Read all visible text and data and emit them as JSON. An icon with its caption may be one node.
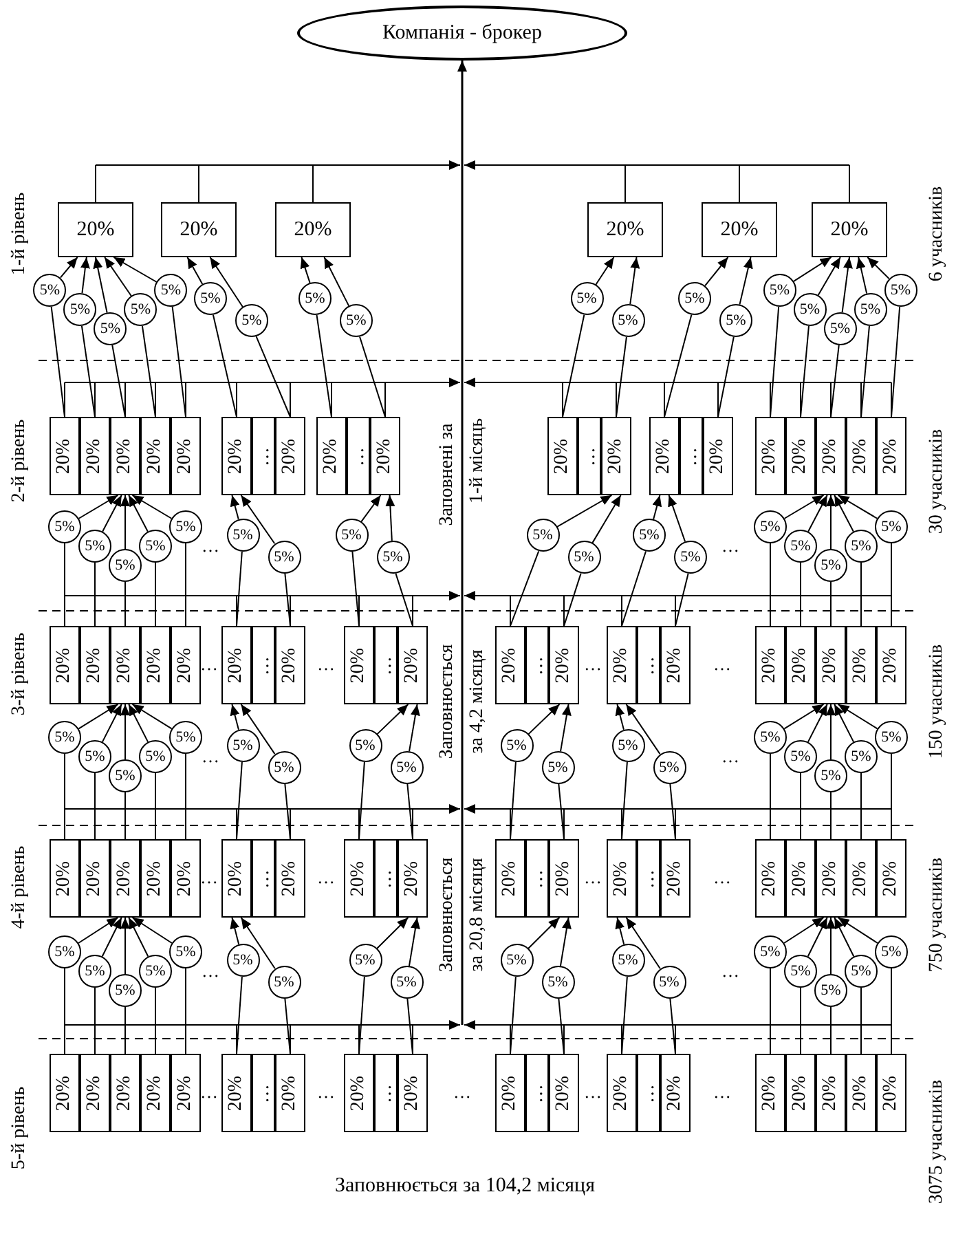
{
  "diagram": {
    "nodes": [
      {
        "text": [
          "Компанія - брокер"
        ]
      },
      {
        "text": [
          "20%"
        ]
      },
      {
        "text": [
          "20%"
        ]
      },
      {
        "text": [
          "20%"
        ]
      },
      {
        "text": [
          "20%"
        ]
      },
      {
        "text": [
          "20%"
        ]
      },
      {
        "text": [
          "20%"
        ]
      },
      {
        "text": [
          "20%"
        ]
      },
      {
        "text": [
          "20%"
        ]
      },
      {
        "text": [
          "20%"
        ]
      },
      {
        "text": [
          "20%"
        ]
      },
      {
        "text": [
          "20%"
        ]
      },
      {
        "text": [
          "20%"
        ]
      },
      {
        "text": [
          "…"
        ]
      },
      {
        "text": [
          "20%"
        ]
      },
      {
        "text": [
          "20%"
        ]
      },
      {
        "text": [
          "…"
        ]
      },
      {
        "text": [
          "20%"
        ]
      },
      {
        "text": [
          "20%"
        ]
      },
      {
        "text": [
          "…"
        ]
      },
      {
        "text": [
          "20%"
        ]
      },
      {
        "text": [
          "20%"
        ]
      },
      {
        "text": [
          "…"
        ]
      },
      {
        "text": [
          "20%"
        ]
      },
      {
        "text": [
          "20%"
        ]
      },
      {
        "text": [
          "20%"
        ]
      },
      {
        "text": [
          "20%"
        ]
      },
      {
        "text": [
          "20%"
        ]
      },
      {
        "text": [
          "20%"
        ]
      },
      {
        "text": [
          "20%"
        ]
      },
      {
        "text": [
          "20%"
        ]
      },
      {
        "text": [
          "20%"
        ]
      },
      {
        "text": [
          "20%"
        ]
      },
      {
        "text": [
          "20%"
        ]
      },
      {
        "text": [
          "20%"
        ]
      },
      {
        "text": [
          "…"
        ]
      },
      {
        "text": [
          "20%"
        ]
      },
      {
        "text": [
          "20%"
        ]
      },
      {
        "text": [
          "…"
        ]
      },
      {
        "text": [
          "20%"
        ]
      },
      {
        "text": [
          "20%"
        ]
      },
      {
        "text": [
          "…"
        ]
      },
      {
        "text": [
          "20%"
        ]
      },
      {
        "text": [
          "20%"
        ]
      },
      {
        "text": [
          "…"
        ]
      },
      {
        "text": [
          "20%"
        ]
      },
      {
        "text": [
          "20%"
        ]
      },
      {
        "text": [
          "20%"
        ]
      },
      {
        "text": [
          "20%"
        ]
      },
      {
        "text": [
          "20%"
        ]
      },
      {
        "text": [
          "20%"
        ]
      },
      {
        "text": [
          "20%"
        ]
      },
      {
        "text": [
          "20%"
        ]
      },
      {
        "text": [
          "20%"
        ]
      },
      {
        "text": [
          "20%"
        ]
      },
      {
        "text": [
          "20%"
        ]
      },
      {
        "text": [
          "20%"
        ]
      },
      {
        "text": [
          "…"
        ]
      },
      {
        "text": [
          "20%"
        ]
      },
      {
        "text": [
          "20%"
        ]
      },
      {
        "text": [
          "…"
        ]
      },
      {
        "text": [
          "20%"
        ]
      },
      {
        "text": [
          "20%"
        ]
      },
      {
        "text": [
          "…"
        ]
      },
      {
        "text": [
          "20%"
        ]
      },
      {
        "text": [
          "20%"
        ]
      },
      {
        "text": [
          "…"
        ]
      },
      {
        "text": [
          "20%"
        ]
      },
      {
        "text": [
          "20%"
        ]
      },
      {
        "text": [
          "20%"
        ]
      },
      {
        "text": [
          "20%"
        ]
      },
      {
        "text": [
          "20%"
        ]
      },
      {
        "text": [
          "20%"
        ]
      },
      {
        "text": [
          "20%"
        ]
      },
      {
        "text": [
          "20%"
        ]
      },
      {
        "text": [
          "20%"
        ]
      },
      {
        "text": [
          "20%"
        ]
      },
      {
        "text": [
          "20%"
        ]
      },
      {
        "text": [
          "20%"
        ]
      },
      {
        "text": [
          "…"
        ]
      },
      {
        "text": [
          "20%"
        ]
      },
      {
        "text": [
          "20%"
        ]
      },
      {
        "text": [
          "…"
        ]
      },
      {
        "text": [
          "20%"
        ]
      },
      {
        "text": [
          "20%"
        ]
      },
      {
        "text": [
          "…"
        ]
      },
      {
        "text": [
          "20%"
        ]
      },
      {
        "text": [
          "20%"
        ]
      },
      {
        "text": [
          "…"
        ]
      },
      {
        "text": [
          "20%"
        ]
      },
      {
        "text": [
          "20%"
        ]
      },
      {
        "text": [
          "20%"
        ]
      },
      {
        "text": [
          "20%"
        ]
      },
      {
        "text": [
          "20%"
        ]
      },
      {
        "text": [
          "20%"
        ]
      },
      {
        "text": [
          "5%"
        ]
      },
      {
        "text": [
          "5%"
        ]
      },
      {
        "text": [
          "5%"
        ]
      },
      {
        "text": [
          "5%"
        ]
      },
      {
        "text": [
          "5%"
        ]
      },
      {
        "text": [
          "5%"
        ]
      },
      {
        "text": [
          "5%"
        ]
      },
      {
        "text": [
          "5%"
        ]
      },
      {
        "text": [
          "5%"
        ]
      },
      {
        "text": [
          "5%"
        ]
      },
      {
        "text": [
          "5%"
        ]
      },
      {
        "text": [
          "5%"
        ]
      },
      {
        "text": [
          "5%"
        ]
      },
      {
        "text": [
          "5%"
        ]
      },
      {
        "text": [
          "5%"
        ]
      },
      {
        "text": [
          "5%"
        ]
      },
      {
        "text": [
          "5%"
        ]
      },
      {
        "text": [
          "5%"
        ]
      },
      {
        "text": [
          "5%"
        ]
      },
      {
        "text": [
          "5%"
        ]
      },
      {
        "text": [
          "5%"
        ]
      },
      {
        "text": [
          "5%"
        ]
      },
      {
        "text": [
          "5%"
        ]
      },
      {
        "text": [
          "5%"
        ]
      },
      {
        "text": [
          "5%"
        ]
      },
      {
        "text": [
          "5%"
        ]
      },
      {
        "text": [
          "5%"
        ]
      },
      {
        "text": [
          "5%"
        ]
      },
      {
        "text": [
          "5%"
        ]
      },
      {
        "text": [
          "5%"
        ]
      },
      {
        "text": [
          "5%"
        ]
      },
      {
        "text": [
          "5%"
        ]
      },
      {
        "text": [
          "5%"
        ]
      },
      {
        "text": [
          "5%"
        ]
      },
      {
        "text": [
          "5%"
        ]
      },
      {
        "text": [
          "5%"
        ]
      },
      {
        "text": [
          "5%"
        ]
      },
      {
        "text": [
          "5%"
        ]
      },
      {
        "text": [
          "5%"
        ]
      },
      {
        "text": [
          "5%"
        ]
      },
      {
        "text": [
          "5%"
        ]
      },
      {
        "text": [
          "5%"
        ]
      },
      {
        "text": [
          "5%"
        ]
      },
      {
        "text": [
          "5%"
        ]
      },
      {
        "text": [
          "5%"
        ]
      },
      {
        "text": [
          "5%"
        ]
      },
      {
        "text": [
          "5%"
        ]
      },
      {
        "text": [
          "5%"
        ]
      },
      {
        "text": [
          "5%"
        ]
      },
      {
        "text": [
          "5%"
        ]
      },
      {
        "text": [
          "5%"
        ]
      },
      {
        "text": [
          "5%"
        ]
      },
      {
        "text": [
          "5%"
        ]
      },
      {
        "text": [
          "5%"
        ]
      },
      {
        "text": [
          "5%"
        ]
      },
      {
        "text": [
          "5%"
        ]
      },
      {
        "text": [
          "5%"
        ]
      },
      {
        "text": [
          "5%"
        ]
      },
      {
        "text": [
          "5%"
        ]
      },
      {
        "text": [
          "5%"
        ]
      },
      {
        "text": [
          "5%"
        ]
      },
      {
        "text": [
          "5%"
        ]
      },
      {
        "text": [
          "5%"
        ]
      },
      {
        "text": [
          "5%"
        ]
      },
      {
        "text": [
          "5%"
        ]
      },
      {
        "text": [
          "5%"
        ]
      },
      {
        "text": [
          "5%"
        ]
      },
      {
        "text": [
          "5%"
        ]
      },
      {
        "text": [
          "5%"
        ]
      },
      {
        "text": [
          "5%"
        ]
      },
      {
        "text": [
          "5%"
        ]
      },
      {
        "text": [
          "5%"
        ]
      }
    ],
    "edges": [
      {
        "from": 1,
        "to": 0,
        "arrow": "to"
      },
      {
        "from": 2,
        "to": 0,
        "arrow": "to"
      },
      {
        "from": 3,
        "to": 0,
        "arrow": "to"
      },
      {
        "from": 4,
        "to": 0,
        "arrow": "to"
      },
      {
        "from": 5,
        "to": 0,
        "arrow": "to"
      },
      {
        "from": 6,
        "to": 0,
        "arrow": "to"
      },
      {
        "from": 7,
        "to": 0,
        "arrow": "to"
      },
      {
        "from": 8,
        "to": 0,
        "arrow": "to"
      },
      {
        "from": 9,
        "to": 0,
        "arrow": "to"
      },
      {
        "from": 10,
        "to": 0,
        "arrow": "to"
      },
      {
        "from": 11,
        "to": 0,
        "arrow": "to"
      },
      {
        "from": 12,
        "to": 0,
        "arrow": "to"
      },
      {
        "from": 14,
        "to": 0,
        "arrow": "to"
      },
      {
        "from": 15,
        "to": 0,
        "arrow": "to"
      },
      {
        "from": 17,
        "to": 0,
        "arrow": "to"
      },
      {
        "from": 18,
        "to": 0,
        "arrow": "to"
      },
      {
        "from": 20,
        "to": 0,
        "arrow": "to"
      },
      {
        "from": 21,
        "to": 0,
        "arrow": "to"
      },
      {
        "from": 23,
        "to": 0,
        "arrow": "to"
      },
      {
        "from": 24,
        "to": 0,
        "arrow": "to"
      },
      {
        "from": 25,
        "to": 0,
        "arrow": "to"
      },
      {
        "from": 26,
        "to": 0,
        "arrow": "to"
      },
      {
        "from": 27,
        "to": 0,
        "arrow": "to"
      },
      {
        "from": 28,
        "to": 0,
        "arrow": "to"
      },
      {
        "from": 29,
        "to": 0,
        "arrow": "to"
      },
      {
        "from": 30,
        "to": 0,
        "arrow": "to"
      },
      {
        "from": 31,
        "to": 0,
        "arrow": "to"
      },
      {
        "from": 32,
        "to": 0,
        "arrow": "to"
      },
      {
        "from": 33,
        "to": 0,
        "arrow": "to"
      },
      {
        "from": 34,
        "to": 0,
        "arrow": "to"
      },
      {
        "from": 36,
        "to": 0,
        "arrow": "to"
      },
      {
        "from": 37,
        "to": 0,
        "arrow": "to"
      },
      {
        "from": 39,
        "to": 0,
        "arrow": "to"
      },
      {
        "from": 40,
        "to": 0,
        "arrow": "to"
      },
      {
        "from": 42,
        "to": 0,
        "arrow": "to"
      },
      {
        "from": 43,
        "to": 0,
        "arrow": "to"
      },
      {
        "from": 45,
        "to": 0,
        "arrow": "to"
      },
      {
        "from": 46,
        "to": 0,
        "arrow": "to"
      },
      {
        "from": 47,
        "to": 0,
        "arrow": "to"
      },
      {
        "from": 48,
        "to": 0,
        "arrow": "to"
      },
      {
        "from": 49,
        "to": 0,
        "arrow": "to"
      },
      {
        "from": 50,
        "to": 0,
        "arrow": "to"
      },
      {
        "from": 51,
        "to": 0,
        "arrow": "to"
      },
      {
        "from": 52,
        "to": 0,
        "arrow": "to"
      },
      {
        "from": 53,
        "to": 0,
        "arrow": "to"
      },
      {
        "from": 54,
        "to": 0,
        "arrow": "to"
      },
      {
        "from": 55,
        "to": 0,
        "arrow": "to"
      },
      {
        "from": 56,
        "to": 0,
        "arrow": "to"
      },
      {
        "from": 58,
        "to": 0,
        "arrow": "to"
      },
      {
        "from": 59,
        "to": 0,
        "arrow": "to"
      },
      {
        "from": 61,
        "to": 0,
        "arrow": "to"
      },
      {
        "from": 62,
        "to": 0,
        "arrow": "to"
      },
      {
        "from": 64,
        "to": 0,
        "arrow": "to"
      },
      {
        "from": 65,
        "to": 0,
        "arrow": "to"
      },
      {
        "from": 67,
        "to": 0,
        "arrow": "to"
      },
      {
        "from": 68,
        "to": 0,
        "arrow": "to"
      },
      {
        "from": 69,
        "to": 0,
        "arrow": "to"
      },
      {
        "from": 70,
        "to": 0,
        "arrow": "to"
      },
      {
        "from": 71,
        "to": 0,
        "arrow": "to"
      },
      {
        "from": 72,
        "to": 0,
        "arrow": "to"
      },
      {
        "from": 73,
        "to": 0,
        "arrow": "to"
      },
      {
        "from": 74,
        "to": 0,
        "arrow": "to"
      },
      {
        "from": 75,
        "to": 0,
        "arrow": "to"
      },
      {
        "from": 76,
        "to": 0,
        "arrow": "to"
      },
      {
        "from": 77,
        "to": 0,
        "arrow": "to"
      },
      {
        "from": 78,
        "to": 0,
        "arrow": "to"
      },
      {
        "from": 80,
        "to": 0,
        "arrow": "to"
      },
      {
        "from": 81,
        "to": 0,
        "arrow": "to"
      },
      {
        "from": 83,
        "to": 0,
        "arrow": "to"
      },
      {
        "from": 84,
        "to": 0,
        "arrow": "to"
      },
      {
        "from": 86,
        "to": 0,
        "arrow": "to"
      },
      {
        "from": 87,
        "to": 0,
        "arrow": "to"
      },
      {
        "from": 89,
        "to": 0,
        "arrow": "to"
      },
      {
        "from": 90,
        "to": 0,
        "arrow": "to"
      },
      {
        "from": 91,
        "to": 0,
        "arrow": "to"
      },
      {
        "from": 92,
        "to": 0,
        "arrow": "to"
      },
      {
        "from": 93,
        "to": 0,
        "arrow": "to"
      },
      {
        "from": 94,
        "to": 0,
        "arrow": "to"
      },
      {
        "from": 7,
        "to": 95,
        "arrow": "none"
      },
      {
        "from": 95,
        "to": 1,
        "arrow": "to"
      },
      {
        "from": 8,
        "to": 96,
        "arrow": "none"
      },
      {
        "from": 96,
        "to": 1,
        "arrow": "to"
      },
      {
        "from": 9,
        "to": 97,
        "arrow": "none"
      },
      {
        "from": 97,
        "to": 1,
        "arrow": "to"
      },
      {
        "from": 10,
        "to": 98,
        "arrow": "none"
      },
      {
        "from": 98,
        "to": 1,
        "arrow": "to"
      },
      {
        "from": 11,
        "to": 99,
        "arrow": "none"
      },
      {
        "from": 99,
        "to": 1,
        "arrow": "to"
      },
      {
        "from": 12,
        "to": 100,
        "arrow": "none"
      },
      {
        "from": 100,
        "to": 2,
        "arrow": "to"
      },
      {
        "from": 14,
        "to": 101,
        "arrow": "none"
      },
      {
        "from": 101,
        "to": 2,
        "arrow": "to"
      },
      {
        "from": 15,
        "to": 102,
        "arrow": "none"
      },
      {
        "from": 102,
        "to": 3,
        "arrow": "to"
      },
      {
        "from": 17,
        "to": 103,
        "arrow": "none"
      },
      {
        "from": 103,
        "to": 3,
        "arrow": "to"
      },
      {
        "from": 18,
        "to": 104,
        "arrow": "none"
      },
      {
        "from": 104,
        "to": 4,
        "arrow": "to"
      },
      {
        "from": 20,
        "to": 105,
        "arrow": "none"
      },
      {
        "from": 105,
        "to": 4,
        "arrow": "to"
      },
      {
        "from": 21,
        "to": 106,
        "arrow": "none"
      },
      {
        "from": 106,
        "to": 5,
        "arrow": "to"
      },
      {
        "from": 23,
        "to": 107,
        "arrow": "none"
      },
      {
        "from": 107,
        "to": 5,
        "arrow": "to"
      },
      {
        "from": 24,
        "to": 108,
        "arrow": "none"
      },
      {
        "from": 108,
        "to": 6,
        "arrow": "to"
      },
      {
        "from": 25,
        "to": 109,
        "arrow": "none"
      },
      {
        "from": 109,
        "to": 6,
        "arrow": "to"
      },
      {
        "from": 26,
        "to": 110,
        "arrow": "none"
      },
      {
        "from": 110,
        "to": 6,
        "arrow": "to"
      },
      {
        "from": 27,
        "to": 111,
        "arrow": "none"
      },
      {
        "from": 111,
        "to": 6,
        "arrow": "to"
      },
      {
        "from": 28,
        "to": 112,
        "arrow": "none"
      },
      {
        "from": 112,
        "to": 6,
        "arrow": "to"
      },
      {
        "from": 29,
        "to": 113,
        "arrow": "none"
      },
      {
        "from": 113,
        "to": 9,
        "arrow": "to"
      },
      {
        "from": 30,
        "to": 114,
        "arrow": "none"
      },
      {
        "from": 114,
        "to": 9,
        "arrow": "to"
      },
      {
        "from": 31,
        "to": 115,
        "arrow": "none"
      },
      {
        "from": 115,
        "to": 9,
        "arrow": "to"
      },
      {
        "from": 32,
        "to": 116,
        "arrow": "none"
      },
      {
        "from": 116,
        "to": 9,
        "arrow": "to"
      },
      {
        "from": 33,
        "to": 117,
        "arrow": "none"
      },
      {
        "from": 117,
        "to": 9,
        "arrow": "to"
      },
      {
        "from": 34,
        "to": 118,
        "arrow": "none"
      },
      {
        "from": 118,
        "to": 12,
        "arrow": "to"
      },
      {
        "from": 36,
        "to": 119,
        "arrow": "none"
      },
      {
        "from": 119,
        "to": 12,
        "arrow": "to"
      },
      {
        "from": 37,
        "to": 120,
        "arrow": "none"
      },
      {
        "from": 120,
        "to": 17,
        "arrow": "to"
      },
      {
        "from": 39,
        "to": 121,
        "arrow": "none"
      },
      {
        "from": 121,
        "to": 17,
        "arrow": "to"
      },
      {
        "from": 40,
        "to": 122,
        "arrow": "none"
      },
      {
        "from": 122,
        "to": 20,
        "arrow": "to"
      },
      {
        "from": 42,
        "to": 123,
        "arrow": "none"
      },
      {
        "from": 123,
        "to": 20,
        "arrow": "to"
      },
      {
        "from": 43,
        "to": 124,
        "arrow": "none"
      },
      {
        "from": 124,
        "to": 21,
        "arrow": "to"
      },
      {
        "from": 45,
        "to": 125,
        "arrow": "none"
      },
      {
        "from": 125,
        "to": 21,
        "arrow": "to"
      },
      {
        "from": 46,
        "to": 126,
        "arrow": "none"
      },
      {
        "from": 126,
        "to": 26,
        "arrow": "to"
      },
      {
        "from": 47,
        "to": 127,
        "arrow": "none"
      },
      {
        "from": 127,
        "to": 26,
        "arrow": "to"
      },
      {
        "from": 48,
        "to": 128,
        "arrow": "none"
      },
      {
        "from": 128,
        "to": 26,
        "arrow": "to"
      },
      {
        "from": 49,
        "to": 129,
        "arrow": "none"
      },
      {
        "from": 129,
        "to": 26,
        "arrow": "to"
      },
      {
        "from": 50,
        "to": 130,
        "arrow": "none"
      },
      {
        "from": 130,
        "to": 26,
        "arrow": "to"
      },
      {
        "from": 51,
        "to": 131,
        "arrow": "none"
      },
      {
        "from": 131,
        "to": 31,
        "arrow": "to"
      },
      {
        "from": 52,
        "to": 132,
        "arrow": "none"
      },
      {
        "from": 132,
        "to": 31,
        "arrow": "to"
      },
      {
        "from": 53,
        "to": 133,
        "arrow": "none"
      },
      {
        "from": 133,
        "to": 31,
        "arrow": "to"
      },
      {
        "from": 54,
        "to": 134,
        "arrow": "none"
      },
      {
        "from": 134,
        "to": 31,
        "arrow": "to"
      },
      {
        "from": 55,
        "to": 135,
        "arrow": "none"
      },
      {
        "from": 135,
        "to": 31,
        "arrow": "to"
      },
      {
        "from": 56,
        "to": 136,
        "arrow": "none"
      },
      {
        "from": 136,
        "to": 34,
        "arrow": "to"
      },
      {
        "from": 58,
        "to": 137,
        "arrow": "none"
      },
      {
        "from": 137,
        "to": 34,
        "arrow": "to"
      },
      {
        "from": 59,
        "to": 138,
        "arrow": "none"
      },
      {
        "from": 138,
        "to": 39,
        "arrow": "to"
      },
      {
        "from": 61,
        "to": 139,
        "arrow": "none"
      },
      {
        "from": 139,
        "to": 39,
        "arrow": "to"
      },
      {
        "from": 62,
        "to": 140,
        "arrow": "none"
      },
      {
        "from": 140,
        "to": 42,
        "arrow": "to"
      },
      {
        "from": 64,
        "to": 141,
        "arrow": "none"
      },
      {
        "from": 141,
        "to": 42,
        "arrow": "to"
      },
      {
        "from": 65,
        "to": 142,
        "arrow": "none"
      },
      {
        "from": 142,
        "to": 43,
        "arrow": "to"
      },
      {
        "from": 67,
        "to": 143,
        "arrow": "none"
      },
      {
        "from": 143,
        "to": 43,
        "arrow": "to"
      },
      {
        "from": 68,
        "to": 144,
        "arrow": "none"
      },
      {
        "from": 144,
        "to": 48,
        "arrow": "to"
      },
      {
        "from": 69,
        "to": 145,
        "arrow": "none"
      },
      {
        "from": 145,
        "to": 48,
        "arrow": "to"
      },
      {
        "from": 70,
        "to": 146,
        "arrow": "none"
      },
      {
        "from": 146,
        "to": 48,
        "arrow": "to"
      },
      {
        "from": 71,
        "to": 147,
        "arrow": "none"
      },
      {
        "from": 147,
        "to": 48,
        "arrow": "to"
      },
      {
        "from": 72,
        "to": 148,
        "arrow": "none"
      },
      {
        "from": 148,
        "to": 48,
        "arrow": "to"
      },
      {
        "from": 73,
        "to": 149,
        "arrow": "none"
      },
      {
        "from": 149,
        "to": 53,
        "arrow": "to"
      },
      {
        "from": 74,
        "to": 150,
        "arrow": "none"
      },
      {
        "from": 150,
        "to": 53,
        "arrow": "to"
      },
      {
        "from": 75,
        "to": 151,
        "arrow": "none"
      },
      {
        "from": 151,
        "to": 53,
        "arrow": "to"
      },
      {
        "from": 76,
        "to": 152,
        "arrow": "none"
      },
      {
        "from": 152,
        "to": 53,
        "arrow": "to"
      },
      {
        "from": 77,
        "to": 153,
        "arrow": "none"
      },
      {
        "from": 153,
        "to": 53,
        "arrow": "to"
      },
      {
        "from": 78,
        "to": 154,
        "arrow": "none"
      },
      {
        "from": 154,
        "to": 56,
        "arrow": "to"
      },
      {
        "from": 80,
        "to": 155,
        "arrow": "none"
      },
      {
        "from": 155,
        "to": 56,
        "arrow": "to"
      },
      {
        "from": 81,
        "to": 156,
        "arrow": "none"
      },
      {
        "from": 156,
        "to": 61,
        "arrow": "to"
      },
      {
        "from": 83,
        "to": 157,
        "arrow": "none"
      },
      {
        "from": 157,
        "to": 61,
        "arrow": "to"
      },
      {
        "from": 84,
        "to": 158,
        "arrow": "none"
      },
      {
        "from": 158,
        "to": 64,
        "arrow": "to"
      },
      {
        "from": 86,
        "to": 159,
        "arrow": "none"
      },
      {
        "from": 159,
        "to": 64,
        "arrow": "to"
      },
      {
        "from": 87,
        "to": 160,
        "arrow": "none"
      },
      {
        "from": 160,
        "to": 65,
        "arrow": "to"
      },
      {
        "from": 89,
        "to": 161,
        "arrow": "none"
      },
      {
        "from": 161,
        "to": 65,
        "arrow": "to"
      },
      {
        "from": 90,
        "to": 162,
        "arrow": "none"
      },
      {
        "from": 162,
        "to": 70,
        "arrow": "to"
      },
      {
        "from": 91,
        "to": 163,
        "arrow": "none"
      },
      {
        "from": 163,
        "to": 70,
        "arrow": "to"
      },
      {
        "from": 92,
        "to": 164,
        "arrow": "none"
      },
      {
        "from": 164,
        "to": 70,
        "arrow": "to"
      },
      {
        "from": 93,
        "to": 165,
        "arrow": "none"
      },
      {
        "from": 165,
        "to": 70,
        "arrow": "to"
      },
      {
        "from": 94,
        "to": 166,
        "arrow": "none"
      },
      {
        "from": 166,
        "to": 70,
        "arrow": "to"
      }
    ],
    "labels": [
      "1-й рівень",
      "6 учасників",
      "2-й рівень",
      "Заповнені за",
      "1-й місяць",
      "30 учасників",
      "…",
      "…",
      "3-й рівень",
      "Заповнюється",
      "за 4,2 місяця",
      "150 учасників",
      "…",
      "…",
      "…",
      "…",
      "…",
      "…",
      "4-й рівень",
      "Заповнюється",
      "за 20,8 місяця",
      "750 учасників",
      "…",
      "…",
      "…",
      "…",
      "…",
      "…",
      "5-й рівень",
      "3075 учасників",
      "…",
      "…",
      "…",
      "…",
      "…",
      "Заповнюється за 104,2 місяця"
    ]
  }
}
